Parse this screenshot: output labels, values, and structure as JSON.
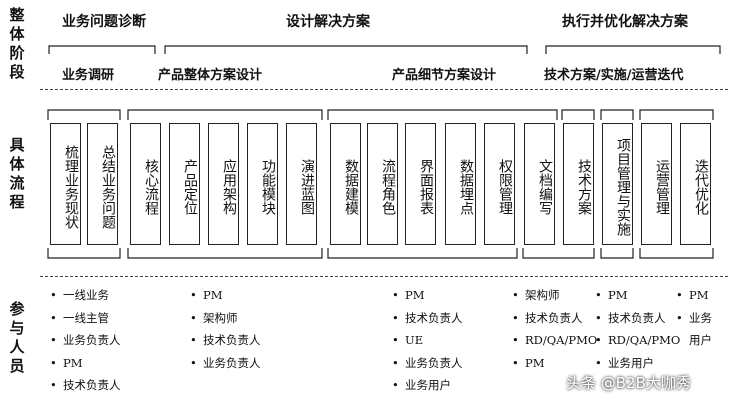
{
  "side_labels": {
    "stage": "整体阶段",
    "process": "具体流程",
    "people": "参与人员"
  },
  "phases": {
    "p1": "业务问题诊断",
    "p2": "设计解决方案",
    "p3": "执行并优化解决方案"
  },
  "subphases": {
    "s1": "业务调研",
    "s2": "产品整体方案设计",
    "s3": "产品细节方案设计",
    "s4": "技术方案/实施/运营迭代"
  },
  "boxes": [
    "梳理业务现状",
    "总结业务问题",
    "核心流程",
    "产品定位",
    "应用架构",
    "功能模块",
    "演进蓝图",
    "数据建模",
    "流程角色",
    "界面报表",
    "数据埋点",
    "权限管理",
    "文档编写",
    "技术方案",
    "项目管理与实施",
    "运营管理",
    "迭代优化"
  ],
  "participants": {
    "g1": [
      "一线业务",
      "一线主管",
      "业务负责人",
      "PM",
      "技术负责人"
    ],
    "g2": [
      "PM",
      "架构师",
      "技术负责人",
      "业务负责人"
    ],
    "g3": [
      "PM",
      "技术负责人",
      "UE",
      "业务负责人",
      "业务用户"
    ],
    "g4": [
      "架构师",
      "技术负责人",
      "RD/QA/PMO",
      "PM"
    ],
    "g5": [
      "PM",
      "技术负责人",
      "RD/QA/PMO",
      "业务用户"
    ],
    "g6": [
      "PM",
      "业务",
      "用户"
    ]
  },
  "watermark": "头条 @B2B大咖秀"
}
